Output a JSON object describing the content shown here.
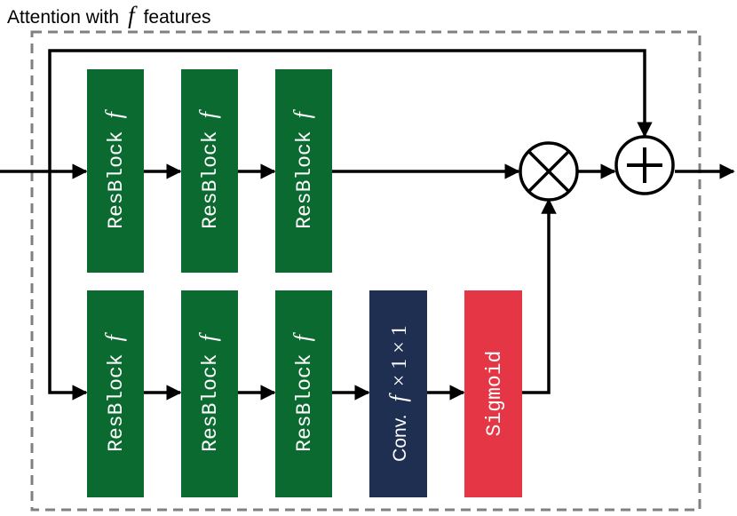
{
  "title": {
    "prefix": "Attention with",
    "symbol": "f",
    "suffix": "features"
  },
  "resblock": {
    "label": "ResBlock",
    "symbol": "f"
  },
  "conv": {
    "label": "Conv.",
    "symbol": "f",
    "rest": "× 1 × 1"
  },
  "sigmoid": {
    "label": "Sigmoid"
  },
  "operators": {
    "multiply": "⊗",
    "add": "⊕"
  },
  "colors": {
    "resblock": "#0b6a2f",
    "conv": "#1e2f52",
    "sigmoid": "#e43644",
    "frame": "#808080",
    "line": "#000000"
  }
}
